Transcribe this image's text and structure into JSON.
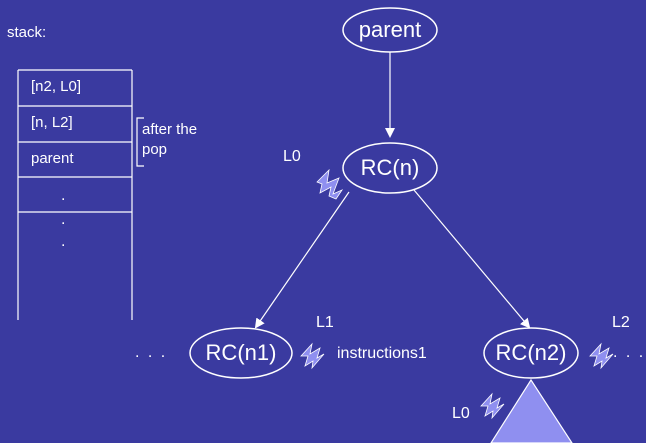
{
  "stack": {
    "title": "stack:",
    "cells": [
      "[n2, L0]",
      "[n,   L2]",
      "parent"
    ],
    "continuation": [
      ".",
      ".",
      "."
    ],
    "note_line1": "after the",
    "note_line2": "pop"
  },
  "tree": {
    "nodes": {
      "parent": "parent",
      "rc_n": "RC(n)",
      "rc_n1": "RC(n1)",
      "rc_n2": "RC(n2)"
    },
    "labels": {
      "rc_n_entry": "L0",
      "rc_n1_entry": "L1",
      "rc_n2_entry": "L2",
      "subtree_entry": "L0"
    },
    "instructions": "instructions1",
    "left_dots": ". . .",
    "right_dots": ". . ."
  },
  "colors": {
    "background": "#3a3aa0",
    "lightning": "#8f8ff0",
    "triangle": "#8f8ff0"
  }
}
